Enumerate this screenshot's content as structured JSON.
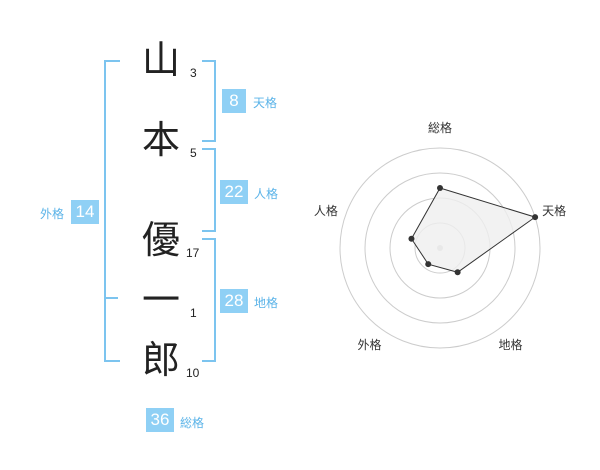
{
  "name": {
    "characters": [
      {
        "char": "山",
        "strokes": "3"
      },
      {
        "char": "本",
        "strokes": "5"
      },
      {
        "char": "優",
        "strokes": "17"
      },
      {
        "char": "一",
        "strokes": "1"
      },
      {
        "char": "郎",
        "strokes": "10"
      }
    ]
  },
  "fortunes": {
    "tenkaku": {
      "value": "8",
      "label": "天格"
    },
    "jinkaku": {
      "value": "22",
      "label": "人格"
    },
    "chikaku": {
      "value": "28",
      "label": "地格"
    },
    "gaikaku": {
      "value": "14",
      "label": "外格"
    },
    "soukaku": {
      "value": "36",
      "label": "総格"
    }
  },
  "chart_data": {
    "type": "radar",
    "axes": [
      "総格",
      "天格",
      "地格",
      "外格",
      "人格"
    ],
    "values": [
      3,
      5,
      1.5,
      1,
      1.5
    ],
    "rmax": 5,
    "rings": 4,
    "colors": {
      "ring": "#cccccc",
      "fill": "#efefef",
      "line": "#333333",
      "point": "#333333"
    }
  }
}
